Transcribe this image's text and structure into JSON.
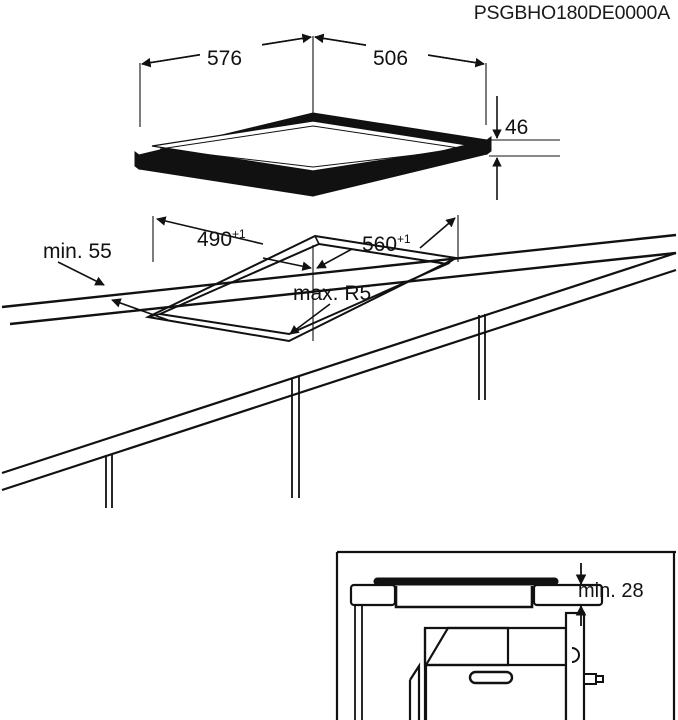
{
  "document": {
    "type": "technical-installation-drawing",
    "model_code": "PSGBHO180DE0000A",
    "units": "mm",
    "subject": "built-in cooktop installation dimensions"
  },
  "dimensions": {
    "appliance_width": "576",
    "appliance_depth": "506",
    "appliance_height": "46",
    "cutout_depth": "490",
    "cutout_depth_tol": "+1",
    "cutout_width": "560",
    "cutout_width_tol": "+1",
    "worktop_thickness_min": "min. 55",
    "corner_radius_max": "max. R5",
    "clearance_below_min": "min. 28"
  },
  "views": {
    "top": {
      "name": "appliance-isometric",
      "labels": [
        "576",
        "506",
        "46"
      ]
    },
    "middle": {
      "name": "worktop-cutout-isometric",
      "labels": [
        "490+1",
        "560+1",
        "min. 55",
        "max. R5"
      ]
    },
    "detail": {
      "name": "side-section-detail",
      "labels": [
        "min. 28"
      ]
    }
  },
  "colors": {
    "line": "#111111",
    "fill_dark": "#111111",
    "background": "#ffffff"
  }
}
